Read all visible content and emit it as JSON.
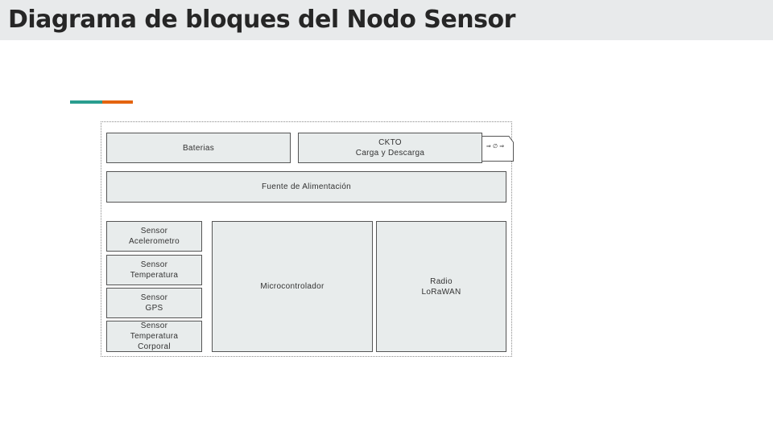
{
  "slide": {
    "title": "Diagrama de bloques del Nodo Sensor"
  },
  "diagram": {
    "blocks": {
      "baterias": "Baterias",
      "ckto": "CKTO\nCarga y Descarga",
      "fuente": "Fuente de Alimentación",
      "acelerometro": "Sensor\nAcelerometro",
      "temperatura": "Sensor\nTemperatura",
      "gps": "Sensor\nGPS",
      "temp_corporal": "Sensor\nTemperatura\nCorporal",
      "microcontrolador": "Microcontrolador",
      "radio": "Radio\nLoRaWAN"
    },
    "connector_label": "⇒ ∅ ⇒"
  },
  "colors": {
    "accent_teal": "#2a9d8f",
    "accent_orange": "#e4640f",
    "block_fill": "#e8ecec",
    "title_bar": "#e8eaeb"
  }
}
